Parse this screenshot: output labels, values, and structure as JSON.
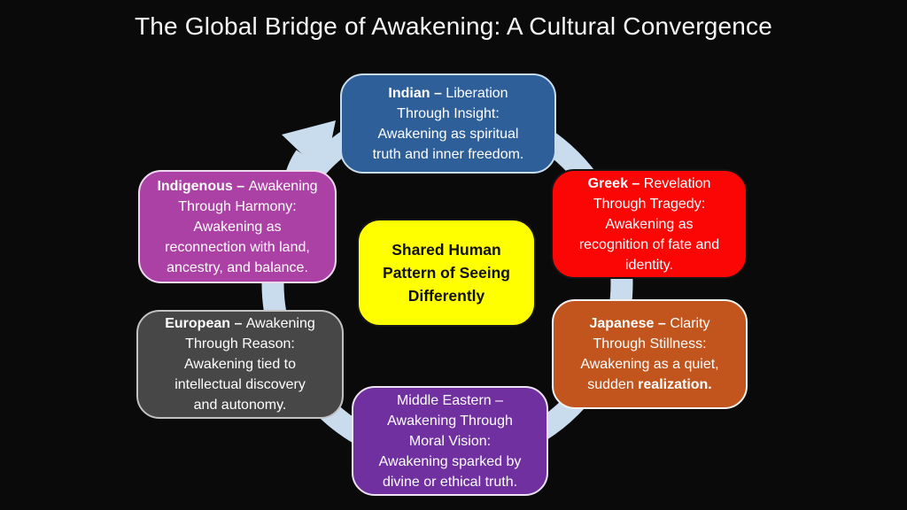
{
  "title": "The Global Bridge of Awakening: A Cultural Convergence",
  "arrow": {
    "color": "#C8DCEE",
    "direction": "clockwise"
  },
  "boxes": {
    "indian": {
      "fill": "#2E5F99",
      "border": "#C9DCEE",
      "text_color": "#FFFFFF",
      "lines": [
        [
          {
            "t": "Indian – ",
            "b": true
          },
          {
            "t": "Liberation",
            "b": false
          }
        ],
        [
          {
            "t": "Through Insight:",
            "b": false
          }
        ],
        [
          {
            "t": "Awakening as spiritual",
            "b": false
          }
        ],
        [
          {
            "t": "truth and inner freedom.",
            "b": false
          }
        ]
      ]
    },
    "greek": {
      "fill": "#FB0505",
      "border": "#141414",
      "text_color": "#FFFFFF",
      "lines": [
        [
          {
            "t": "Greek – ",
            "b": true
          },
          {
            "t": "Revelation",
            "b": false
          }
        ],
        [
          {
            "t": "Through Tragedy:",
            "b": false
          }
        ],
        [
          {
            "t": "Awakening as",
            "b": false
          }
        ],
        [
          {
            "t": "recognition of fate and",
            "b": false
          }
        ],
        [
          {
            "t": "identity.",
            "b": false
          }
        ]
      ]
    },
    "japanese": {
      "fill": "#C2551D",
      "border": "#F2F2F2",
      "text_color": "#FFFFFF",
      "lines": [
        [
          {
            "t": "Japanese – ",
            "b": true
          },
          {
            "t": "Clarity",
            "b": false
          }
        ],
        [
          {
            "t": "Through Stillness:",
            "b": false
          }
        ],
        [
          {
            "t": "Awakening as a quiet,",
            "b": false
          }
        ],
        [
          {
            "t": "sudden ",
            "b": false
          },
          {
            "t": "realization.",
            "b": true
          }
        ]
      ]
    },
    "middle_eastern": {
      "fill": "#7030A0",
      "border": "#EDE3F5",
      "text_color": "#FFFFFF",
      "lines": [
        [
          {
            "t": "Middle Eastern –",
            "b": false
          }
        ],
        [
          {
            "t": "Awakening Through",
            "b": false
          }
        ],
        [
          {
            "t": "Moral Vision:",
            "b": false
          }
        ],
        [
          {
            "t": "Awakening sparked by",
            "b": false
          }
        ],
        [
          {
            "t": "divine or ethical truth.",
            "b": false
          }
        ]
      ]
    },
    "european": {
      "fill": "#474747",
      "border": "#C2C2C2",
      "text_color": "#FFFFFF",
      "lines": [
        [
          {
            "t": "European – ",
            "b": true
          },
          {
            "t": "Awakening",
            "b": false
          }
        ],
        [
          {
            "t": "Through Reason:",
            "b": false
          }
        ],
        [
          {
            "t": "Awakening tied to",
            "b": false
          }
        ],
        [
          {
            "t": "intellectual discovery",
            "b": false
          }
        ],
        [
          {
            "t": "and autonomy.",
            "b": false
          }
        ]
      ]
    },
    "indigenous": {
      "fill": "#AC41A5",
      "border": "#EFD9EE",
      "text_color": "#FFFFFF",
      "lines": [
        [
          {
            "t": "Indigenous – ",
            "b": true
          },
          {
            "t": "Awakening",
            "b": false
          }
        ],
        [
          {
            "t": "Through Harmony:",
            "b": false
          }
        ],
        [
          {
            "t": "Awakening as",
            "b": false
          }
        ],
        [
          {
            "t": "reconnection with land,",
            "b": false
          }
        ],
        [
          {
            "t": "ancestry, and balance.",
            "b": false
          }
        ]
      ]
    },
    "center": {
      "fill": "#FFFF00",
      "border": "#161616",
      "text_color": "#111111",
      "lines": [
        [
          {
            "t": "Shared Human",
            "b": true
          }
        ],
        [
          {
            "t": "Pattern of Seeing",
            "b": true
          }
        ],
        [
          {
            "t": "Differently",
            "b": true
          }
        ]
      ]
    }
  }
}
